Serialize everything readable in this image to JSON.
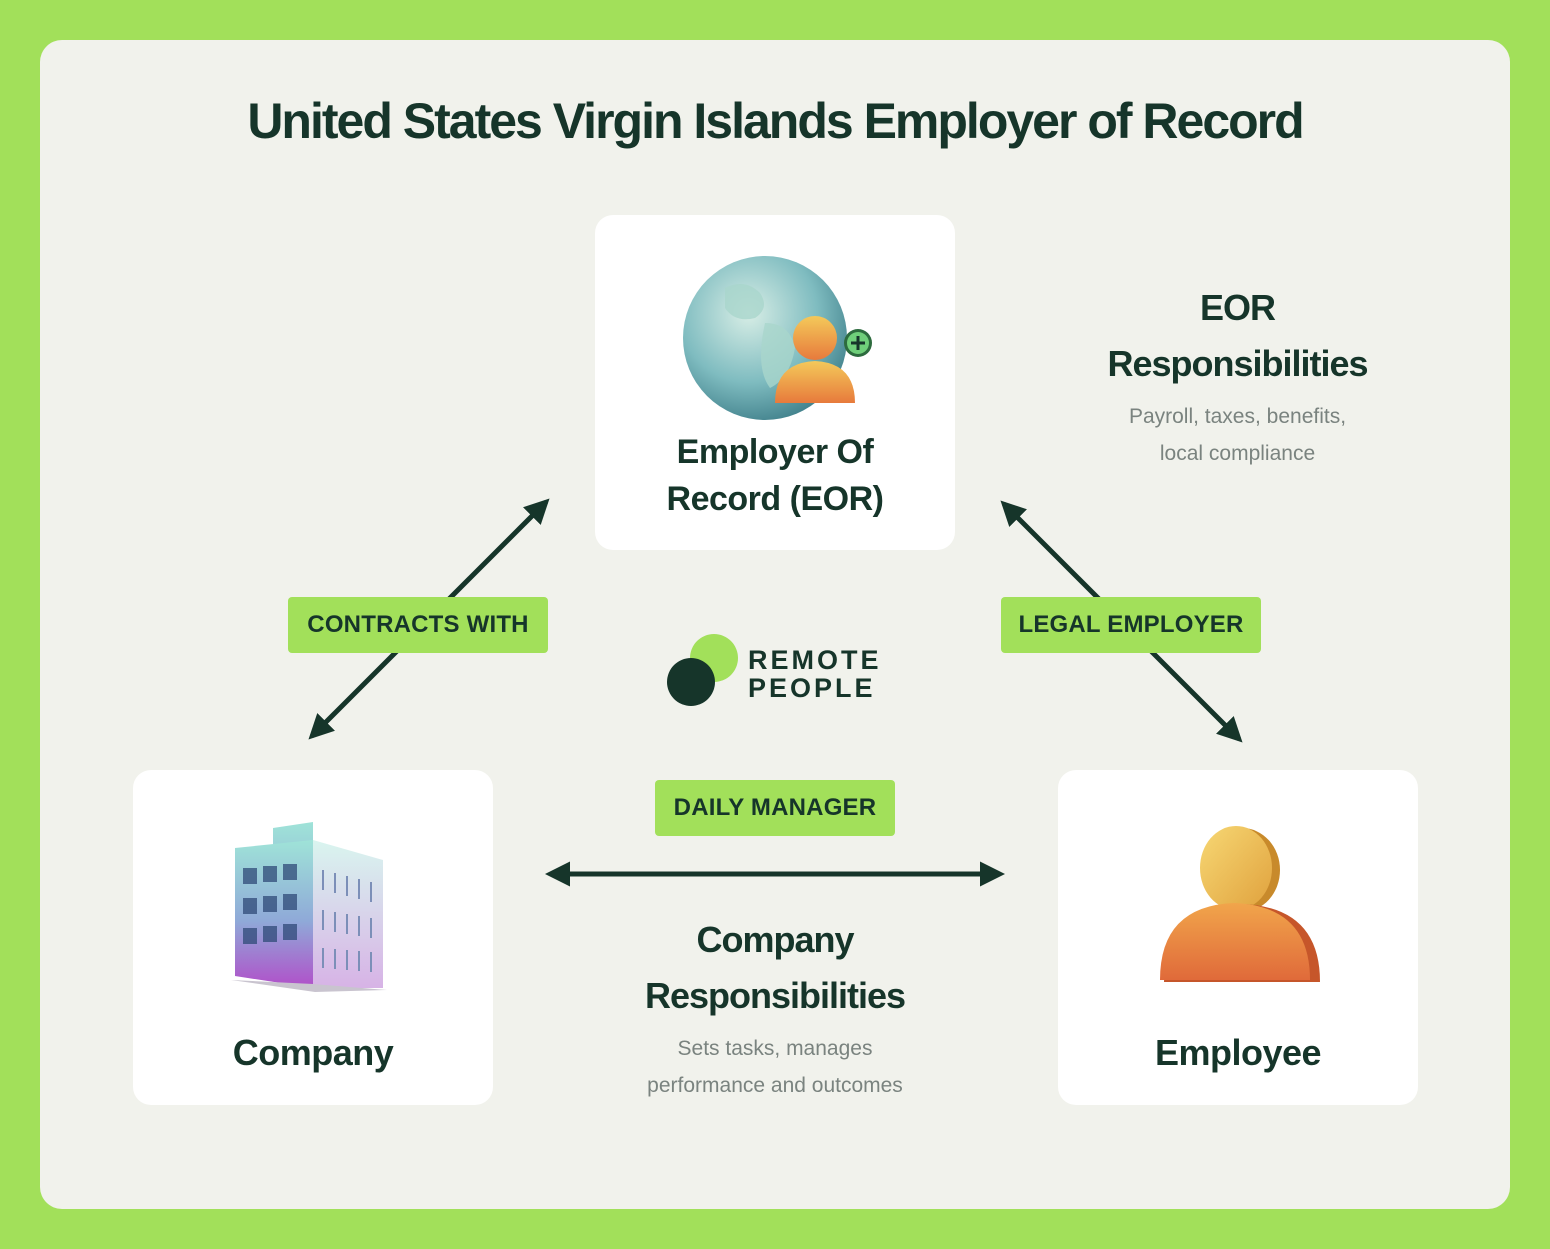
{
  "title": "United States Virgin Islands Employer of Record",
  "nodes": {
    "eor": {
      "line1": "Employer Of",
      "line2": "Record (EOR)"
    },
    "company": {
      "label": "Company"
    },
    "employee": {
      "label": "Employee"
    }
  },
  "relations": {
    "contracts_with": "CONTRACTS WITH",
    "legal_employer": "LEGAL EMPLOYER",
    "daily_manager": "DAILY MANAGER"
  },
  "eor_responsibilities": {
    "title_line1": "EOR",
    "title_line2": "Responsibilities",
    "desc_line1": "Payroll, taxes, benefits,",
    "desc_line2": "local compliance"
  },
  "company_responsibilities": {
    "title_line1": "Company",
    "title_line2": "Responsibilities",
    "desc_line1": "Sets tasks, manages",
    "desc_line2": "performance and outcomes"
  },
  "logo": {
    "line1": "REMOTE",
    "line2": "PEOPLE"
  },
  "colors": {
    "background_green": "#a2e05a",
    "panel": "#f1f2ec",
    "dark_green": "#16352a",
    "muted_text": "#7a837f"
  },
  "icons": [
    "globe-person-add-icon",
    "office-building-icon",
    "person-icon",
    "remote-people-logo"
  ]
}
